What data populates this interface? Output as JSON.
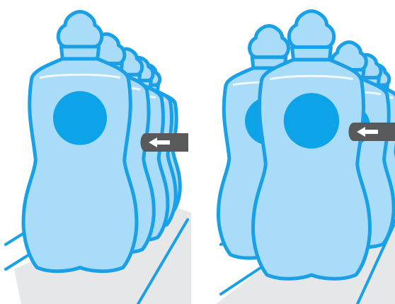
{
  "colors": {
    "outline": "#1aa0e6",
    "bottle_fill": "#a8dcf8",
    "label_circle": "#0da3e8",
    "belt": "#e6e7e8",
    "pusher": "#58595b",
    "arrow": "#ffffff",
    "background": "#ffffff"
  },
  "panels": [
    {
      "id": "left",
      "bottle_count": 5,
      "front_bottle_label_visible": true,
      "pusher_direction": "left"
    },
    {
      "id": "right",
      "bottle_count": 5,
      "front_bottle_label_visible": true,
      "pusher_direction": "left"
    }
  ],
  "icons": [
    "conveyor-belt-icon",
    "bottle-icon",
    "pusher-arrow-icon"
  ]
}
